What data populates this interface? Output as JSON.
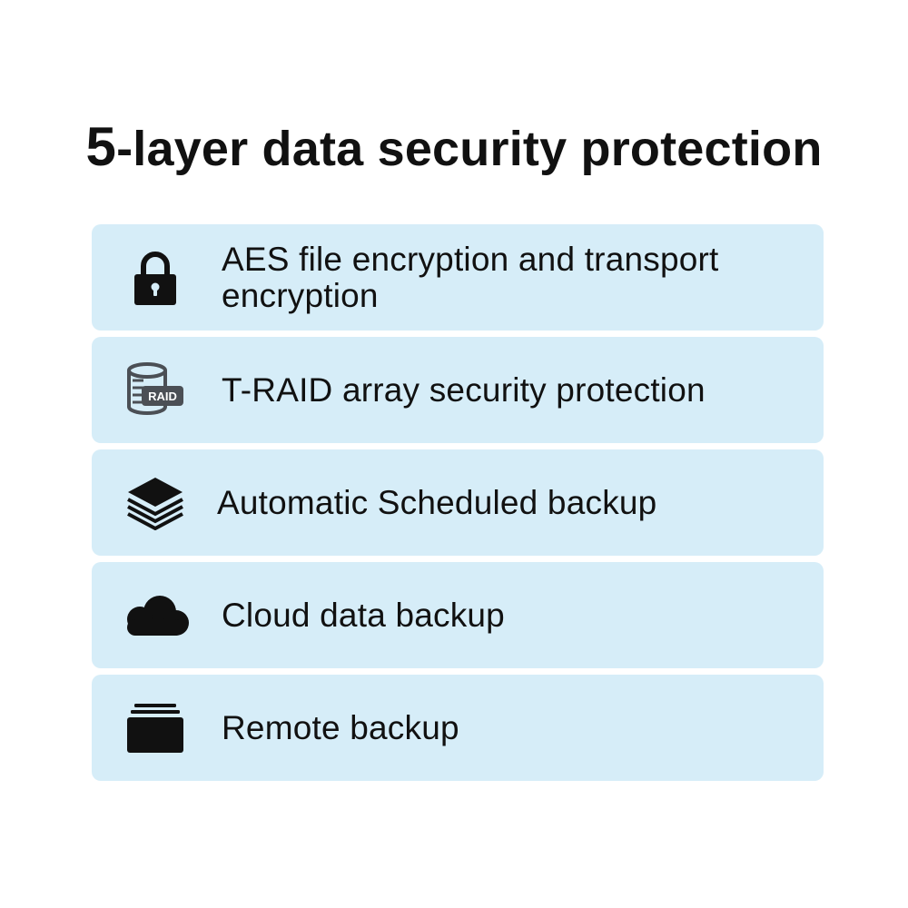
{
  "page": {
    "title_lead": "5",
    "title_rest": "-layer data security protection"
  },
  "colors": {
    "card_background": "#d6edf8",
    "text": "#111111",
    "icon": "#111111",
    "raid_icon": "#4b4f55"
  },
  "items": [
    {
      "label": "AES file encryption and transport encryption",
      "icon": "lock-icon"
    },
    {
      "label": "T-RAID array security protection",
      "icon": "raid-disk-icon",
      "icon_text": "RAID"
    },
    {
      "label": "Automatic Scheduled backup",
      "icon": "layers-icon"
    },
    {
      "label": "Cloud data backup",
      "icon": "cloud-icon"
    },
    {
      "label": "Remote backup",
      "icon": "archive-box-icon"
    }
  ]
}
